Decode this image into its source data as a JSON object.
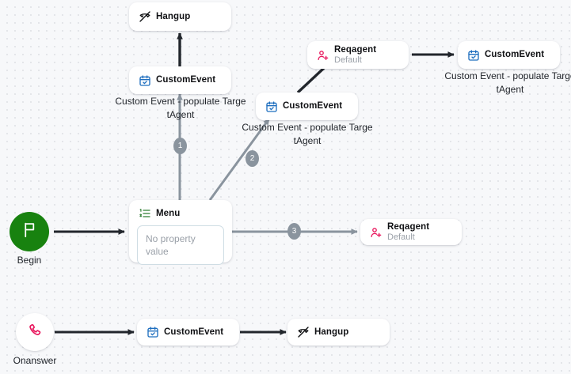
{
  "canvas": {
    "background_color": "#f7f8fa",
    "dot_color": "#e3e5e9"
  },
  "palette": {
    "begin_green": "#18820f",
    "phone_pink": "#e8175d",
    "agent_pink": "#e8175d",
    "calendar_blue": "#1f6fbf",
    "menu_green": "#2e7d32",
    "edge_dark": "#22262c",
    "edge_gray": "#8a949e",
    "badge_gray": "#8a949e",
    "text_dark": "#101114",
    "text_muted": "#9aa0a8"
  },
  "nodes": [
    {
      "id": "hangup-top",
      "name": "hangup-top",
      "title": "Hangup",
      "subtitle": "",
      "icon": "phone-hangup-icon",
      "caption": ""
    },
    {
      "id": "customevent-top-left",
      "name": "customevent-top-left",
      "title": "CustomEvent",
      "subtitle": "",
      "icon": "calendar-check-icon",
      "caption": "Custom Event - populate TargetAgent"
    },
    {
      "id": "customevent-middle",
      "name": "customevent-middle",
      "title": "CustomEvent",
      "subtitle": "",
      "icon": "calendar-check-icon",
      "caption": "Custom Event - populate TargetAgent"
    },
    {
      "id": "reqagent-top",
      "name": "reqagent-top",
      "title": "Reqagent",
      "subtitle": "Default",
      "icon": "user-plus-icon",
      "caption": ""
    },
    {
      "id": "customevent-top-right",
      "name": "customevent-top-right",
      "title": "CustomEvent",
      "subtitle": "",
      "icon": "calendar-check-icon",
      "caption": "Custom Event - populate TargetAgent"
    },
    {
      "id": "menu",
      "name": "menu",
      "title": "Menu",
      "subtitle": "",
      "icon": "numbered-list-icon",
      "property_placeholder": "No property value",
      "caption": ""
    },
    {
      "id": "reqagent-right",
      "name": "reqagent-right",
      "title": "Reqagent",
      "subtitle": "Default",
      "icon": "user-plus-icon",
      "caption": ""
    },
    {
      "id": "customevent-bottom",
      "name": "customevent-bottom",
      "title": "CustomEvent",
      "subtitle": "",
      "icon": "calendar-check-icon",
      "caption": ""
    },
    {
      "id": "hangup-bottom",
      "name": "hangup-bottom",
      "title": "Hangup",
      "subtitle": "",
      "icon": "phone-hangup-icon",
      "caption": ""
    }
  ],
  "start_nodes": [
    {
      "id": "begin",
      "name": "begin-node",
      "label": "Begin",
      "icon": "flag-icon"
    },
    {
      "id": "onanswer",
      "name": "onanswer-node",
      "label": "Onanswer",
      "icon": "phone-icon"
    }
  ],
  "captions": {
    "line1": "Custom Event - populate Targe",
    "line2": "tAgent"
  },
  "edge_badges": [
    {
      "id": "badge-1",
      "label": "1"
    },
    {
      "id": "badge-2",
      "label": "2"
    },
    {
      "id": "badge-3",
      "label": "3"
    }
  ]
}
